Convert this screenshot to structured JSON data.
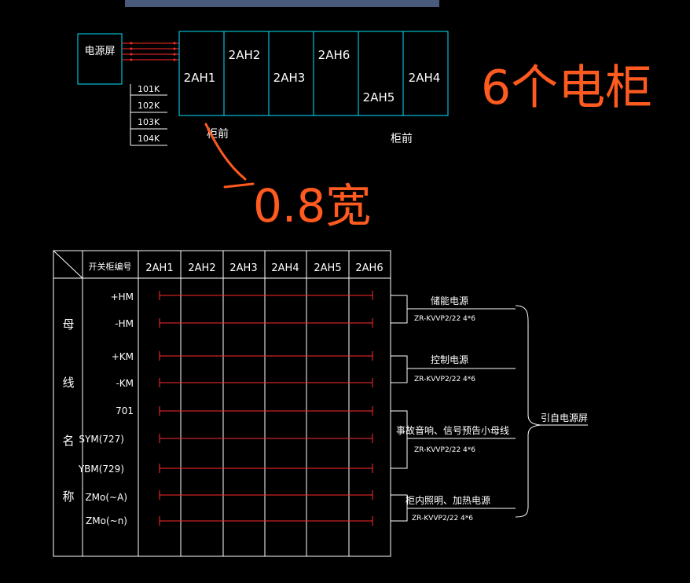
{
  "top_diagram": {
    "power_screen_label": "电源屏",
    "cabinets": [
      "2AH1",
      "2AH2",
      "2AH3",
      "2AH6",
      "2AH5",
      "2AH4"
    ],
    "cable_labels": [
      "101K",
      "102K",
      "103K",
      "104K"
    ],
    "front_label_left": "柜前",
    "front_label_right": "柜前"
  },
  "annotations": {
    "cabinet_count_note": "6个电柜",
    "width_note": "0.8宽",
    "ink_color": "#ff5a1f"
  },
  "bus_table": {
    "corner_header": "开关柜编号",
    "cabinet_headers": [
      "2AH1",
      "2AH2",
      "2AH3",
      "2AH4",
      "2AH5",
      "2AH6"
    ],
    "side_title_chars": [
      "母",
      "线",
      "名",
      "称"
    ],
    "bus_rows": [
      "+HM",
      "-HM",
      "+KM",
      "-KM",
      "701",
      "SYM(727)",
      "YBM(729)",
      "ZMo(~A)",
      "ZMo(~n)"
    ],
    "groups": [
      {
        "title": "储能电源",
        "cable": "ZR-KVVP2/22 4*6"
      },
      {
        "title": "控制电源",
        "cable": "ZR-KVVP2/22 4*6"
      },
      {
        "title": "事故音响、信号预告小母线",
        "cable": "ZR-KVVP2/22 4*6"
      },
      {
        "title": "柜内照明、加热电源",
        "cable": "ZR-KVVP2/22 4*6"
      }
    ],
    "source_label": "引自电源屏"
  },
  "colors": {
    "cad_line": "#00e5ff",
    "bus_line": "#ff2a2a",
    "text": "#ffffff",
    "top_bar": "#4a5a7a"
  }
}
